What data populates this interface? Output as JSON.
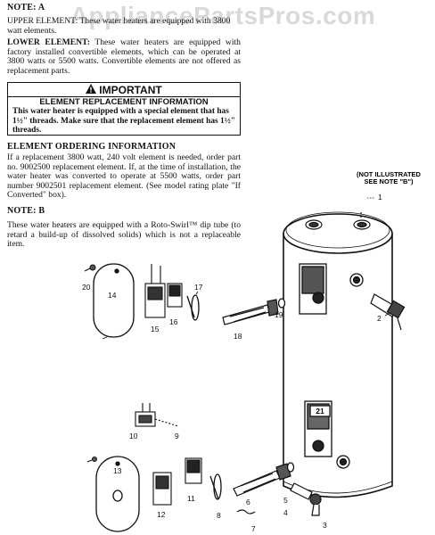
{
  "watermark": "AppliancePartsPros.com",
  "note_a": {
    "label": "NOTE: A",
    "upper_element": "UPPER ELEMENT: These water heaters are equipped with 3800 watt elements.",
    "lower_element_label": "LOWER ELEMENT:",
    "lower_element_text": "These water heaters are equipped with factory installed convertible elements, which can be operated at 3800 watts or 5500 watts. Convertible elements are not offered as replacement parts."
  },
  "important": {
    "title": "IMPORTANT",
    "heading": "ELEMENT REPLACEMENT INFORMATION",
    "body": "This water heater is equipped with a special element that has 1½\" threads. Make sure that the replacement element has 1½\" threads."
  },
  "ordering": {
    "heading": "ELEMENT ORDERING INFORMATION",
    "text": "If a replacement 3800 watt, 240 volt element is needed, order part no. 9002500 replacement element. If, at the time of installation, the water heater was converted to operate at 5500 watts, order part number 9002501 replacement element. (See model rating plate \"If Converted\" box)."
  },
  "note_b": {
    "label": "NOTE: B",
    "text": "These water heaters are equipped with a Roto-Swirl™ dip tube (to retard a build-up of dissolved solids) which is not a replaceable item."
  },
  "diagram": {
    "not_illustrated_line1": "(NOT ILLUSTRATED",
    "not_illustrated_line2": "SEE NOTE \"B\")",
    "labels": {
      "p1": "1",
      "p2": "2",
      "p3": "3",
      "p4": "4",
      "p5": "5",
      "p6": "6",
      "p7": "7",
      "p8": "8",
      "p9": "9",
      "p10": "10",
      "p11": "11",
      "p12": "12",
      "p13": "13",
      "p14": "14",
      "p15": "15",
      "p16": "16",
      "p17": "17",
      "p18": "18",
      "p19": "19",
      "p20": "20",
      "p21": "21"
    }
  }
}
